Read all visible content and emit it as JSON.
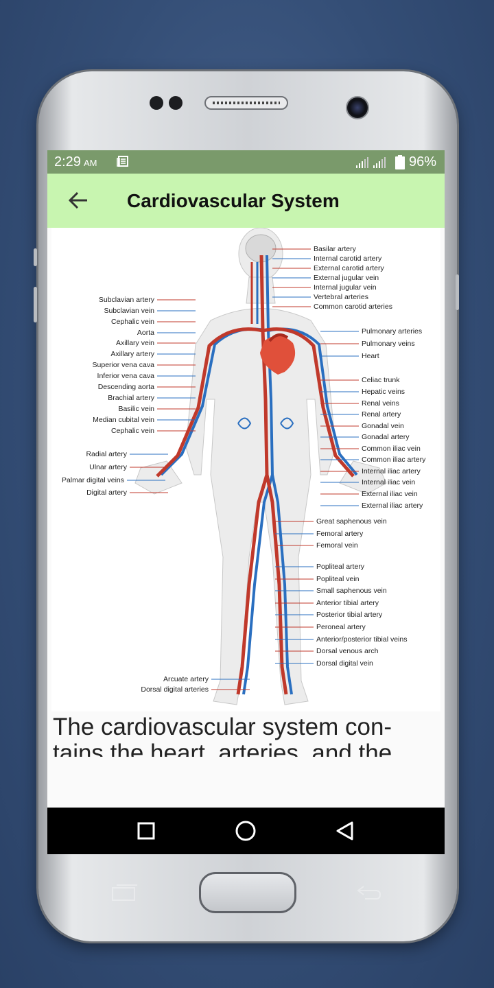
{
  "status_bar": {
    "time": "2:29",
    "ampm": "AM",
    "battery": "96%",
    "icons": [
      "notification-news-icon",
      "signal-icon",
      "signal-icon",
      "battery-icon"
    ]
  },
  "app_bar": {
    "title": "Cardiovascular System",
    "back_icon": "arrow-back-icon"
  },
  "diagram": {
    "labels_left": [
      "Subclavian artery",
      "Subclavian vein",
      "Cephalic vein",
      "Aorta",
      "Axillary vein",
      "Axillary artery",
      "Superior vena cava",
      "Inferior vena cava",
      "Descending aorta",
      "Brachial artery",
      "Basilic vein",
      "Median cubital vein",
      "Cephalic vein",
      "Radial artery",
      "Ulnar artery",
      "Palmar digital veins",
      "Digital artery",
      "Arcuate artery",
      "Dorsal digital arteries"
    ],
    "labels_right": [
      "Basilar artery",
      "Internal carotid artery",
      "External carotid artery",
      "External jugular vein",
      "Internal jugular vein",
      "Vertebral arteries",
      "Common carotid arteries",
      "Pulmonary arteries",
      "Pulmonary veins",
      "Heart",
      "Celiac trunk",
      "Hepatic veins",
      "Renal veins",
      "Renal artery",
      "Gonadal vein",
      "Gonadal artery",
      "Common iliac vein",
      "Common iliac artery",
      "Internal iliac artery",
      "Internal iliac vein",
      "External iliac vein",
      "External iliac artery",
      "Great saphenous vein",
      "Femoral artery",
      "Femoral vein",
      "Popliteal artery",
      "Popliteal vein",
      "Small saphenous vein",
      "Anterior tibial artery",
      "Posterior tibial artery",
      "Peroneal artery",
      "Anterior/posterior tibial veins",
      "Dorsal venous arch",
      "Dorsal digital vein"
    ]
  },
  "content": {
    "text": "The cardiovascular system con-tains the heart, arteries, and the"
  },
  "nav_bar": {
    "icons": [
      "recents-square-icon",
      "home-circle-icon",
      "back-triangle-icon"
    ]
  },
  "colors": {
    "status_bar": "#7a9a6b",
    "app_bar": "#c8f5b0",
    "artery": "#c0392b",
    "vein": "#2a6fc0"
  }
}
